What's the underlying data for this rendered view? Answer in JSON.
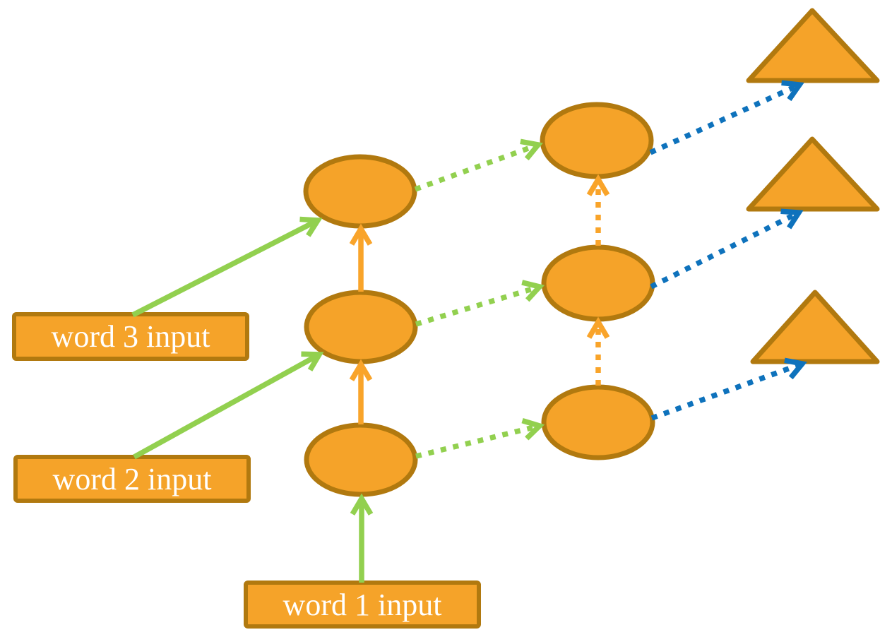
{
  "inputs": [
    {
      "label": "word 1 input"
    },
    {
      "label": "word 2 input"
    },
    {
      "label": "word 3 input"
    }
  ],
  "shapes": {
    "hidden_layer1_ellipse_count": 3,
    "hidden_layer2_ellipse_count": 3,
    "output_triangle_count": 3
  },
  "arrows": {
    "input_to_hidden": {
      "color_key": "arrow_green",
      "line": "solid"
    },
    "recurrent_layer1": {
      "color_key": "arrow_orange",
      "line": "solid"
    },
    "recurrent_layer2": {
      "color_key": "arrow_orange",
      "line": "dashed"
    },
    "layer1_to_layer2": {
      "color_key": "arrow_green",
      "line": "dashed"
    },
    "hidden_to_output": {
      "color_key": "arrow_blue",
      "line": "dashed"
    }
  },
  "colors": {
    "background": "#FFFFFF",
    "shape_fill": "#F5A329",
    "shape_border": "#B1790F",
    "label_text": "#FFFFFF",
    "arrow_green": "#92D04F",
    "arrow_blue": "#0E72BC",
    "arrow_orange": "#F9A42A"
  }
}
